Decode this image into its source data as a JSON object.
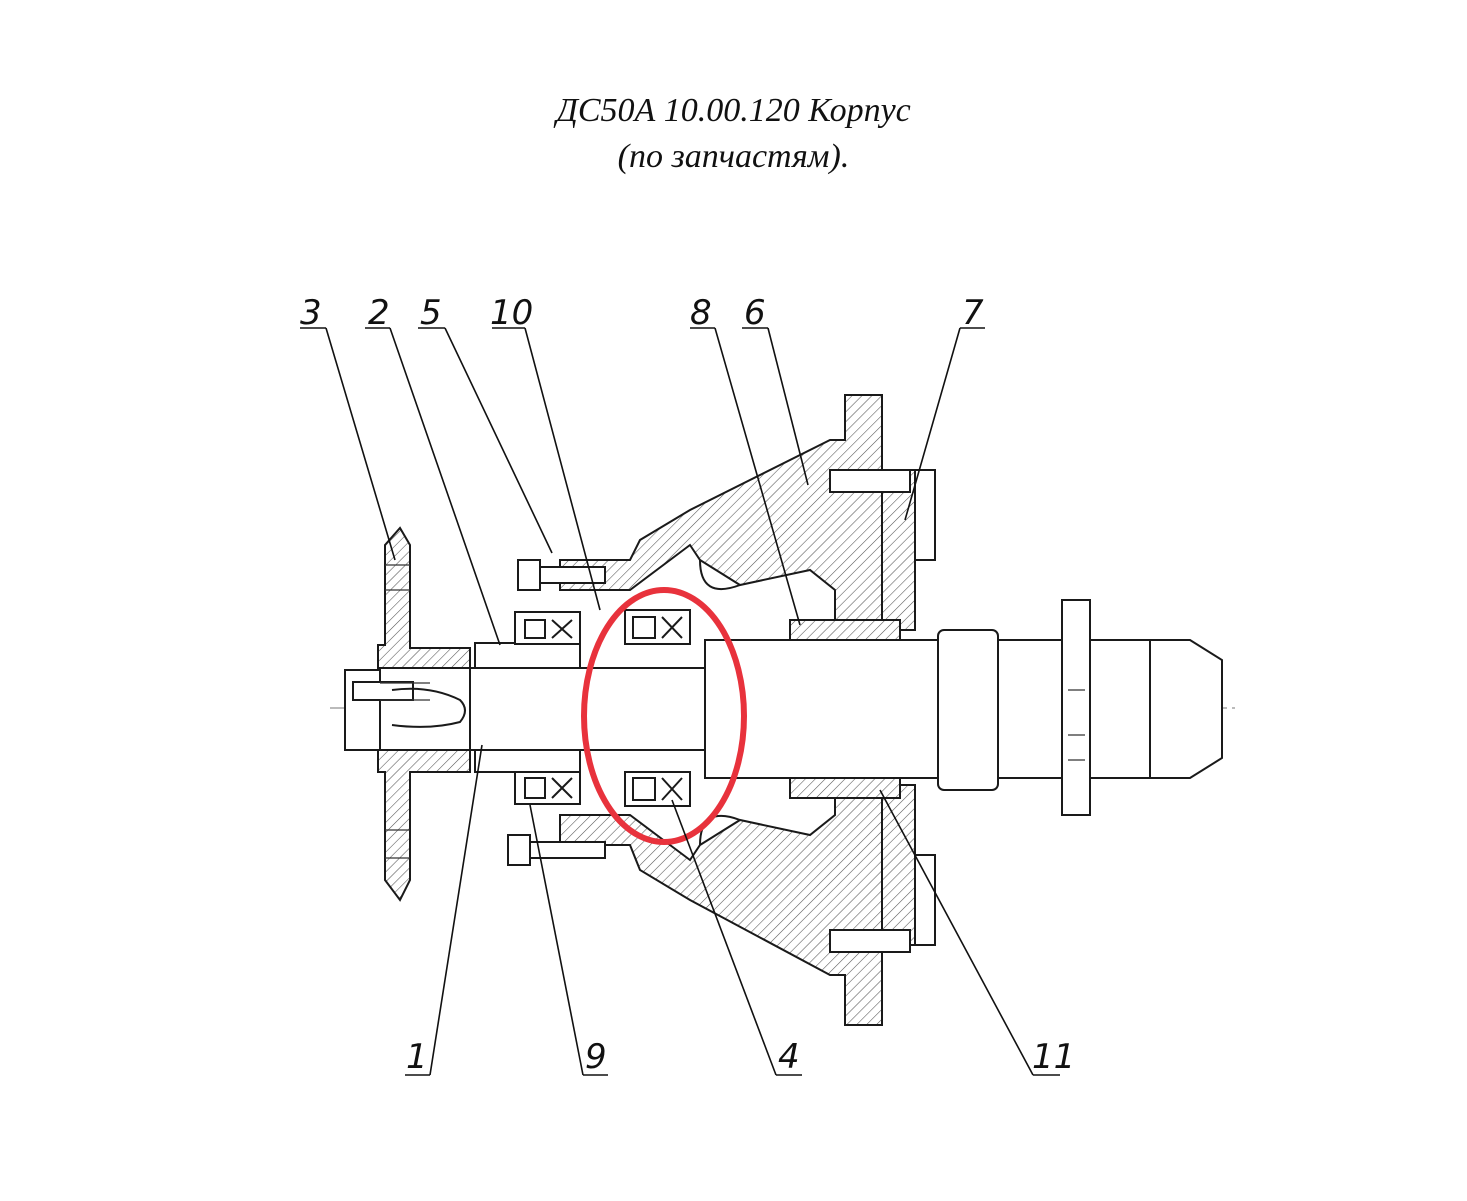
{
  "title": {
    "line1": "ДС50А 10.00.120 Корпус",
    "line2": "(по запчастям)."
  },
  "callouts": {
    "c1": "1",
    "c2": "2",
    "c3": "3",
    "c4": "4",
    "c5": "5",
    "c6": "6",
    "c7": "7",
    "c8": "8",
    "c9": "9",
    "c10": "10",
    "c11": "11"
  },
  "highlight": {
    "color": "#e8323c"
  }
}
